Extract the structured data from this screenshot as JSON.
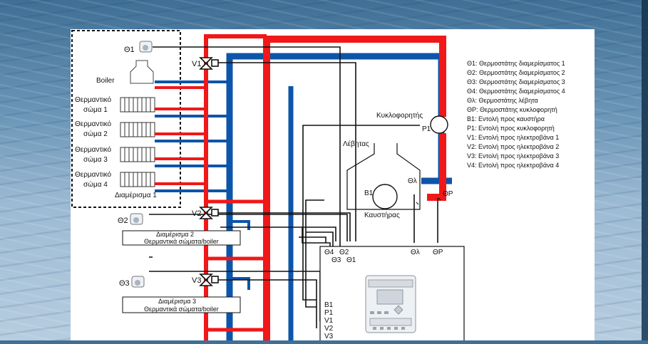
{
  "zone": {
    "label": "Διαμέρισμα 1",
    "boiler_label": "Boiler",
    "radiators": [
      [
        "Θερμαντικό",
        "σώμα 1"
      ],
      [
        "Θερμαντικό",
        "σώμα 2"
      ],
      [
        "Θερμαντικό",
        "σώμα 3"
      ],
      [
        "Θερμαντικό",
        "σώμα 4"
      ]
    ]
  },
  "thermostats": [
    "Θ1",
    "Θ2",
    "Θ3"
  ],
  "valves": [
    "V1",
    "V2",
    "V3"
  ],
  "apartments": [
    {
      "title": "Διαμέρισμα 2",
      "subtitle": "Θερμαντικά σώματα/boiler"
    },
    {
      "title": "Διαμέρισμα 3",
      "subtitle": "Θερμαντικά σώματα/boiler"
    }
  ],
  "pump": {
    "title": "Κυκλοφορητής",
    "label": "P1"
  },
  "heater": {
    "title": "Λέβητας",
    "burner_label": "Καυστήρας",
    "b1": "B1",
    "th_boiler": "Θλ",
    "th_pump": "ΘΡ"
  },
  "controller": {
    "top_inputs": [
      "Θ4",
      "Θ2",
      "Θ3",
      "Θ1",
      "Θλ",
      "ΘΡ"
    ],
    "outputs": [
      "B1",
      "P1",
      "V1",
      "V2",
      "V3"
    ]
  },
  "legend": [
    "Θ1: Θερμοστάτης διαμερίσματος 1",
    "Θ2: Θερμοστάτης διαμερίσματος 2",
    "Θ3: Θερμοστάτης διαμερίσματος 3",
    "Θ4: Θερμοστάτης διαμερίσματος 4",
    "Θλ: Θερμοστάτης λέβητα",
    "ΘΡ: Θερμοστάτης κυκλοφορητή",
    "Β1: Εντολή προς καυστήρα",
    "P1: Εντολή προς κυκλοφορητή",
    "V1: Εντολή προς ηλεκτροβάνα 1",
    "V2: Εντολή προς ηλεκτροβάνα 2",
    "V3: Εντολή προς ηλεκτροβάνα 3",
    "V4: Εντολή προς ηλεκτροβάνα 4"
  ],
  "colors": {
    "hot": "#f01818",
    "cold": "#0d55a8",
    "wire": "#111111"
  }
}
